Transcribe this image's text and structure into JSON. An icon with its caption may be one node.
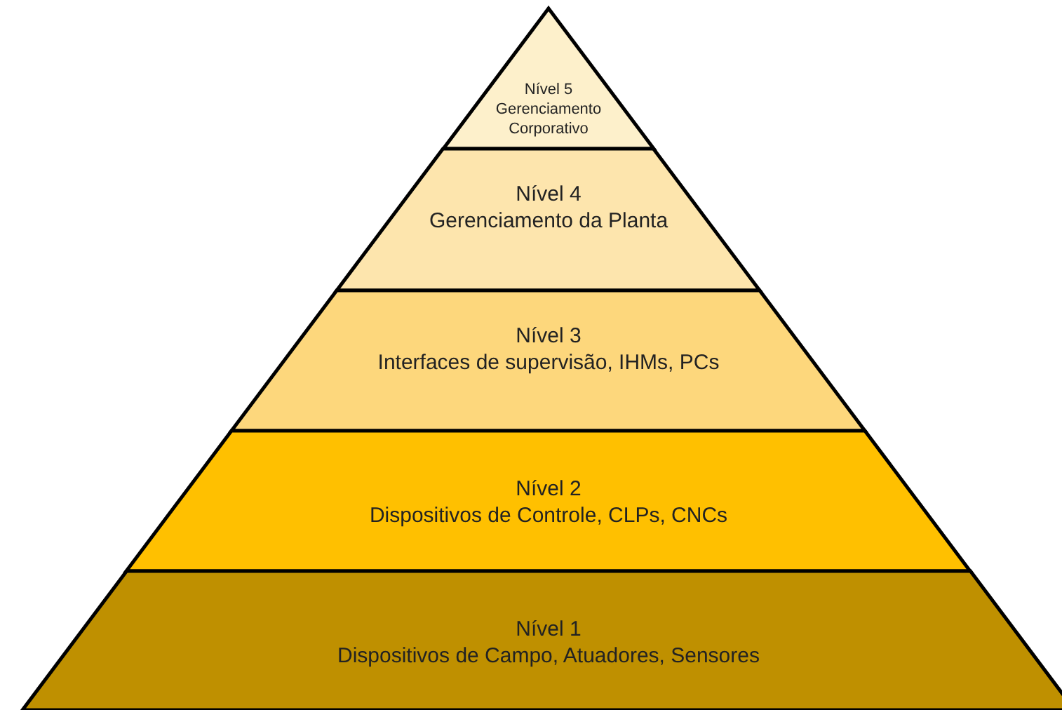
{
  "diagram": {
    "nodes": [
      {
        "text": [
          "Nível 5",
          "Gerenciamento Corporativo"
        ]
      },
      {
        "text": [
          "Nível 4",
          "Gerenciamento da Planta"
        ]
      },
      {
        "text": [
          "Nível 3",
          "Interfaces de supervisão, IHMs, PCs"
        ]
      },
      {
        "text": [
          "Nível 2",
          "Dispositivos de Controle, CLPs, CNCs"
        ]
      },
      {
        "text": [
          "Nível 1",
          "Dispositivos de Campo, Atuadores, Sensores"
        ]
      }
    ]
  }
}
